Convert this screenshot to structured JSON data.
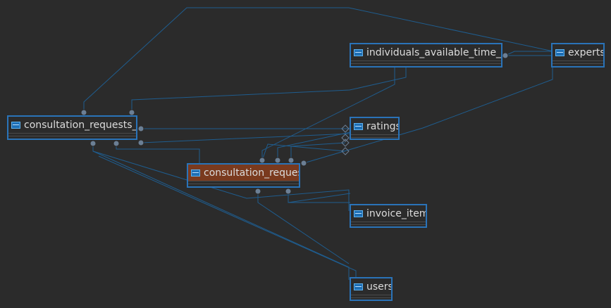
{
  "diagram": {
    "tables": [
      {
        "id": "consultation_requests_l",
        "label": "consultation_requests_l",
        "selected": false
      },
      {
        "id": "individuals_available_time_sl",
        "label": "individuals_available_time_sl",
        "selected": false
      },
      {
        "id": "experts",
        "label": "experts",
        "selected": false
      },
      {
        "id": "ratings",
        "label": "ratings",
        "selected": false
      },
      {
        "id": "consultation_reques",
        "label": "consultation_reques",
        "selected": true
      },
      {
        "id": "invoice_item",
        "label": "invoice_item",
        "selected": false
      },
      {
        "id": "users",
        "label": "users",
        "selected": false
      }
    ],
    "colors": {
      "background": "#2b2b2b",
      "link": "#1f5d8f",
      "node_border": "#2a73b8",
      "selected_header": "#7a3a1e",
      "endpoint": "#6b7f95",
      "text": "#dcdcdc"
    }
  }
}
